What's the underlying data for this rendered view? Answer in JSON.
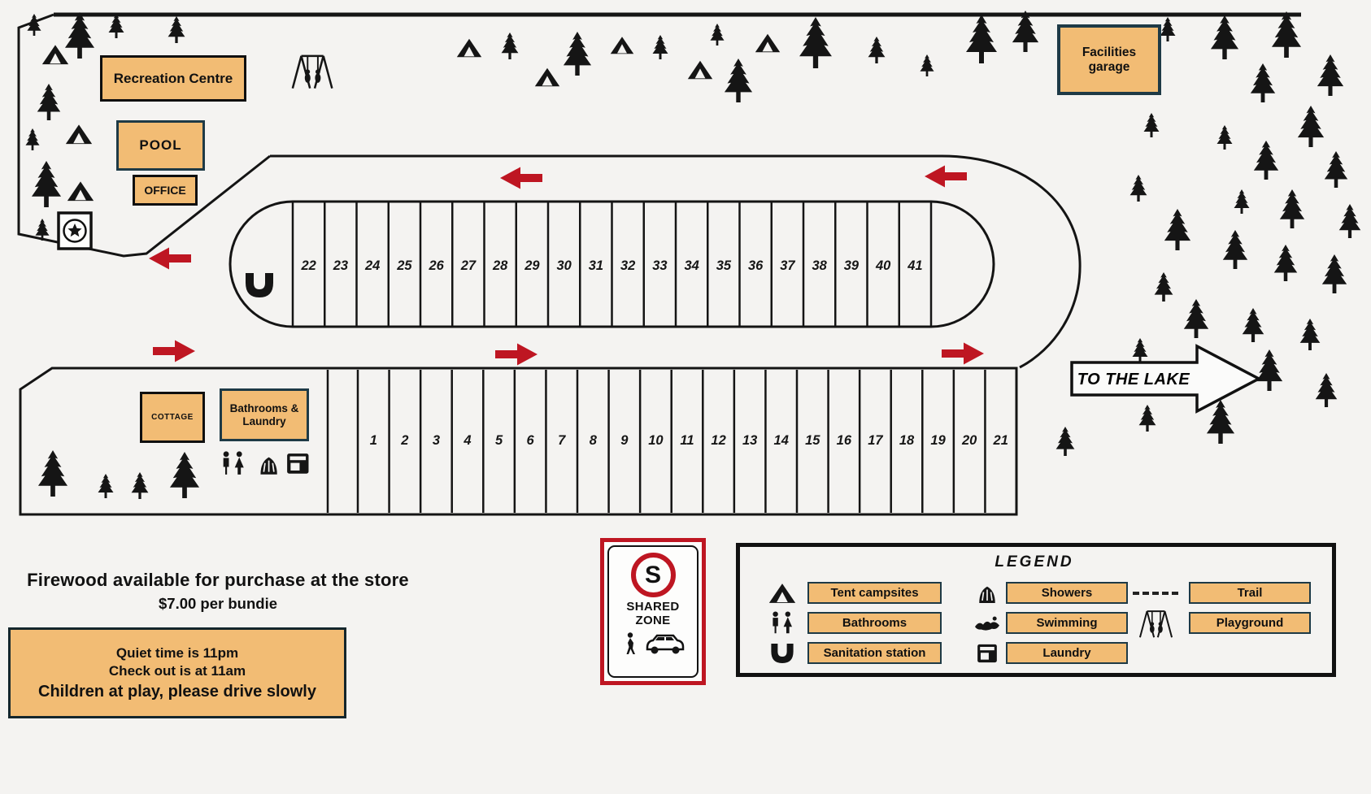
{
  "colors": {
    "accent_orange": "#f2bc74",
    "box_border_teal": "#1e3a46",
    "box_border_black": "#0f0f0f",
    "arrow_red": "#be1622",
    "background": "#f4f3f1",
    "map_line": "#141414"
  },
  "buildings": {
    "recreation_centre": "Recreation Centre",
    "pool": "POOL",
    "office": "OFFICE",
    "facilities_garage": "Facilities garage",
    "cottage": "COTTAGE",
    "bathrooms_laundry": "Bathrooms & Laundry"
  },
  "map": {
    "loop_sites": [
      22,
      23,
      24,
      25,
      26,
      27,
      28,
      29,
      30,
      31,
      32,
      33,
      34,
      35,
      36,
      37,
      38,
      39,
      40,
      41
    ],
    "bottom_sites": [
      1,
      2,
      3,
      4,
      5,
      6,
      7,
      8,
      9,
      10,
      11,
      12,
      13,
      14,
      15,
      16,
      17,
      18,
      19,
      20,
      21
    ],
    "lake_sign": "TO THE LAKE",
    "sanitation_symbol": "U"
  },
  "firewood": {
    "line1": "Firewood available for purchase at the store",
    "line2": "$7.00 per bundie"
  },
  "rules_sign": {
    "line1": "Quiet time is 11pm",
    "line2": "Check out is at 11am",
    "line3": "Children at play, please drive slowly"
  },
  "shared_zone": {
    "symbol": "S",
    "line1": "SHARED",
    "line2": "ZONE"
  },
  "legend": {
    "title": "LEGEND",
    "items": [
      {
        "icon": "tent-icon",
        "label": "Tent campsites"
      },
      {
        "icon": "bathrooms-icon",
        "label": "Bathrooms"
      },
      {
        "icon": "sanitation-icon",
        "label": "Sanitation station"
      },
      {
        "icon": "shower-icon",
        "label": "Showers"
      },
      {
        "icon": "swimming-icon",
        "label": "Swimming"
      },
      {
        "icon": "laundry-icon",
        "label": "Laundry"
      },
      {
        "icon": "trail-icon",
        "label": "Trail"
      },
      {
        "icon": "playground-icon",
        "label": "Playground"
      }
    ]
  }
}
